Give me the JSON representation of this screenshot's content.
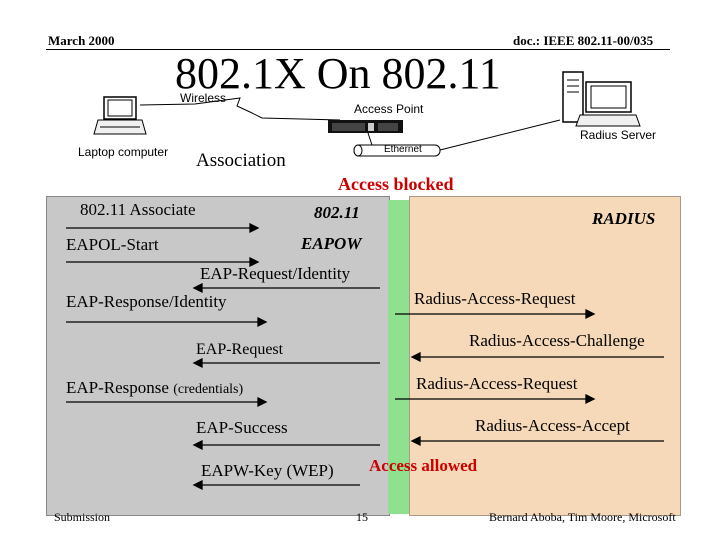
{
  "header": {
    "date": "March 2000",
    "doc": "doc.: IEEE 802.11-00/035"
  },
  "title": "802.1X On 802.11",
  "subtitle": "Wireless",
  "devices": {
    "laptop_label": "Laptop computer",
    "access_point_label": "Access Point",
    "radius_server_label": "Radius Server",
    "ethernet_label": "Ethernet"
  },
  "flow": {
    "association_label": "Association",
    "access_blocked": "Access blocked",
    "access_allowed": "Access allowed",
    "zone_80211_label": "802.11",
    "zone_radius_label": "RADIUS",
    "eapow_label": "EAPOW",
    "messages": {
      "m1": "802.11 Associate",
      "m2": "EAPOL-Start",
      "m3": "EAP-Request/Identity",
      "m4": "EAP-Response/Identity",
      "m5": "Radius-Access-Request",
      "m6": "Radius-Access-Challenge",
      "m7": "EAP-Request",
      "m8": "EAP-Response",
      "m8_note": "(credentials)",
      "m9": "Radius-Access-Request",
      "m10": "Radius-Access-Accept",
      "m11": "EAP-Success",
      "m12": "EAPW-Key (WEP)"
    }
  },
  "colors": {
    "zone_80211": "#c8c8c8",
    "zone_radius": "#f6d9b8",
    "green_bar": "#8fe08f",
    "highlight_red": "#cc0000"
  },
  "footer": {
    "left": "Submission",
    "page": "15",
    "authors": "Bernard Aboba, Tim Moore, Microsoft"
  }
}
